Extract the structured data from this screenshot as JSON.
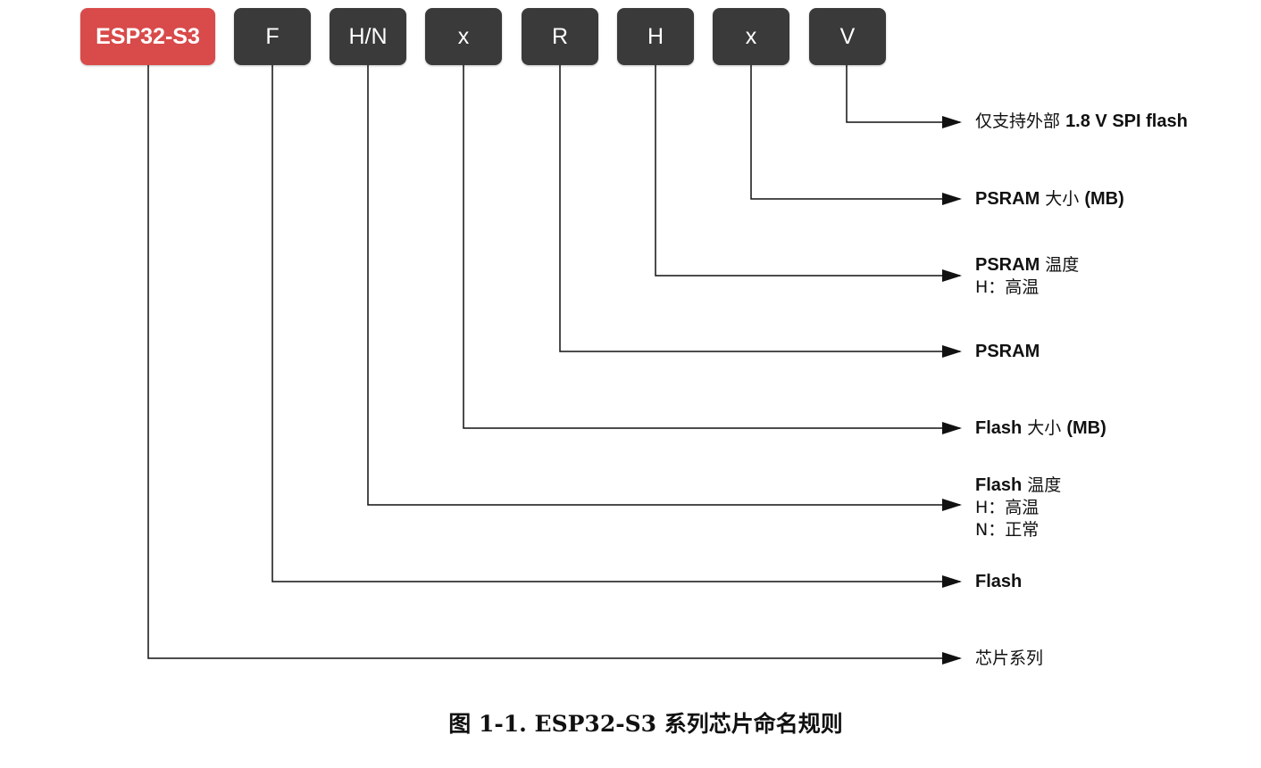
{
  "boxes": [
    {
      "id": "series",
      "text": "ESP32-S3"
    },
    {
      "id": "flash",
      "text": "F"
    },
    {
      "id": "flash-temp",
      "text": "H/N"
    },
    {
      "id": "flash-size",
      "text": "x"
    },
    {
      "id": "psram",
      "text": "R"
    },
    {
      "id": "psram-temp",
      "text": "H"
    },
    {
      "id": "psram-size",
      "text": "x"
    },
    {
      "id": "voltage",
      "text": "V"
    }
  ],
  "labels": {
    "voltage": {
      "prefix": "仅支持外部",
      "bold": "1.8 V SPI flash"
    },
    "psram_size": {
      "bold1": "PSRAM",
      "mid": "大小",
      "bold2": "(MB)"
    },
    "psram_temp": {
      "bold": "PSRAM",
      "normal": "温度",
      "sub1": "H：高温"
    },
    "psram": {
      "bold": "PSRAM"
    },
    "flash_size": {
      "bold1": "Flash",
      "mid": "大小",
      "bold2": "(MB)"
    },
    "flash_temp": {
      "bold": "Flash",
      "normal": "温度",
      "sub1": "H：高温",
      "sub2": "N：正常"
    },
    "flash": {
      "bold": "Flash"
    },
    "series": {
      "normal": "芯片系列"
    }
  },
  "caption": "图 1-1. ESP32-S3 系列芯片命名规则",
  "colors": {
    "series_box": "#d94a4a",
    "box": "#3a3a3a",
    "line": "#111111"
  }
}
